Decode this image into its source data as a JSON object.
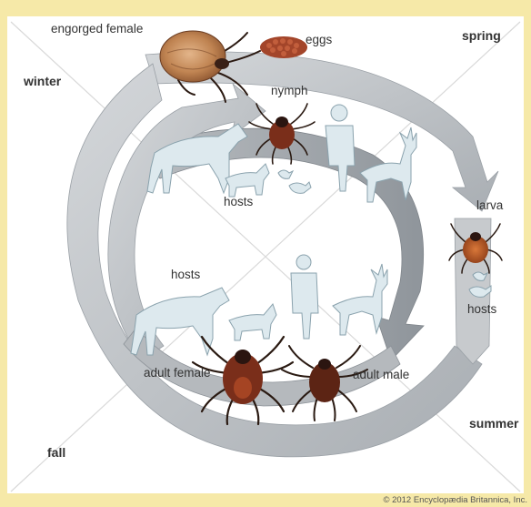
{
  "seasons": {
    "winter": "winter",
    "spring": "spring",
    "summer": "summer",
    "fall": "fall"
  },
  "stages": {
    "engorged_female": "engorged female",
    "eggs": "eggs",
    "nymph": "nymph",
    "larva": "larva",
    "adult_female": "adult female",
    "adult_male": "adult male"
  },
  "hosts": {
    "top": "hosts",
    "middle": "hosts",
    "right": "hosts"
  },
  "credit": "© 2012 Encyclopædia Britannica, Inc.",
  "colors": {
    "background": "#f6e9a8",
    "arrow_fill": "#c7cacd",
    "arrow_shade": "#a8adb2",
    "host_fill": "#dde9ee",
    "tick_body": "#7a2e1a",
    "tick_engorged": "#c48a5c"
  }
}
